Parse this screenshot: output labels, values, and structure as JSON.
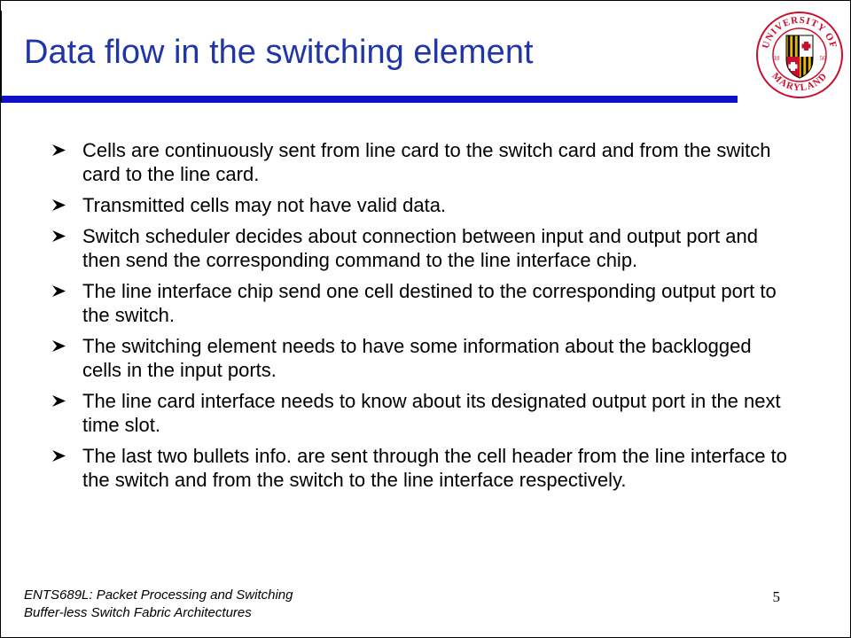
{
  "slide": {
    "title": "Data flow in the switching element",
    "bullets": [
      "Cells are continuously sent from line card to the switch card and from the switch card to the line card.",
      "Transmitted cells may not have valid data.",
      "Switch scheduler decides about connection between input and output port and then send the corresponding command to the line interface chip.",
      "The line interface chip send one cell destined to the corresponding output port to the switch.",
      "The switching element needs to have some information about the backlogged cells in the input ports.",
      "The line card interface needs to know about its designated output port in the next time slot.",
      "The last two bullets info. are sent through the cell header from the line interface to the switch and from the switch to the line interface respectively."
    ],
    "bullet_icon": "arrow-bullet-icon"
  },
  "logo": {
    "icon": "university-seal-icon",
    "top_text": "UNIVERSITY OF",
    "bottom_text": "MARYLAND",
    "year_left": "18",
    "year_right": "56"
  },
  "footer": {
    "line1": "ENTS689L: Packet Processing and Switching",
    "line2": "Buffer-less Switch Fabric Architectures",
    "page_number": "5"
  },
  "colors": {
    "title": "#1f35a8",
    "rule": "#1010c8",
    "seal_red": "#c8102e",
    "seal_gold": "#e6b800"
  }
}
